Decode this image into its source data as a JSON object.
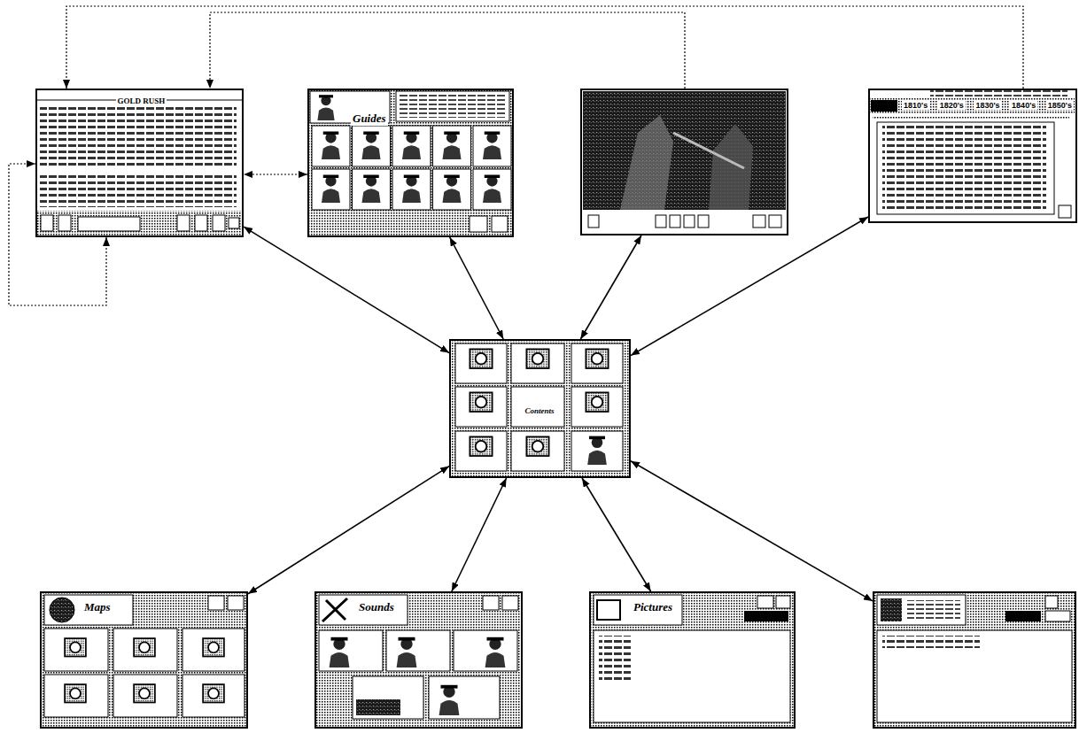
{
  "diagram": {
    "nodes": [
      {
        "text": [
          "GOLD RUSH"
        ]
      },
      {
        "text": [
          "Guides"
        ]
      },
      {
        "text": []
      },
      {
        "text": [
          "1810's",
          "1820's",
          "1830's",
          "1840's",
          "1850's"
        ]
      },
      {
        "text": [
          "Contents"
        ]
      },
      {
        "text": [
          "Maps"
        ]
      },
      {
        "text": [
          "Sounds"
        ]
      },
      {
        "text": [
          "Pictures"
        ]
      },
      {
        "text": []
      }
    ],
    "edges": [
      {
        "from": 4,
        "to": 0,
        "arrow": "both"
      },
      {
        "from": 4,
        "to": 1,
        "arrow": "both"
      },
      {
        "from": 4,
        "to": 2,
        "arrow": "both"
      },
      {
        "from": 4,
        "to": 3,
        "arrow": "both"
      },
      {
        "from": 4,
        "to": 5,
        "arrow": "both"
      },
      {
        "from": 4,
        "to": 6,
        "arrow": "both"
      },
      {
        "from": 4,
        "to": 7,
        "arrow": "both"
      },
      {
        "from": 4,
        "to": 8,
        "arrow": "both"
      },
      {
        "from": 1,
        "to": 0,
        "arrow": "both"
      },
      {
        "from": 2,
        "to": 0,
        "arrow": "to"
      },
      {
        "from": 3,
        "to": 0,
        "arrow": "to"
      },
      {
        "from": 0,
        "to": 0,
        "arrow": "both"
      }
    ]
  }
}
